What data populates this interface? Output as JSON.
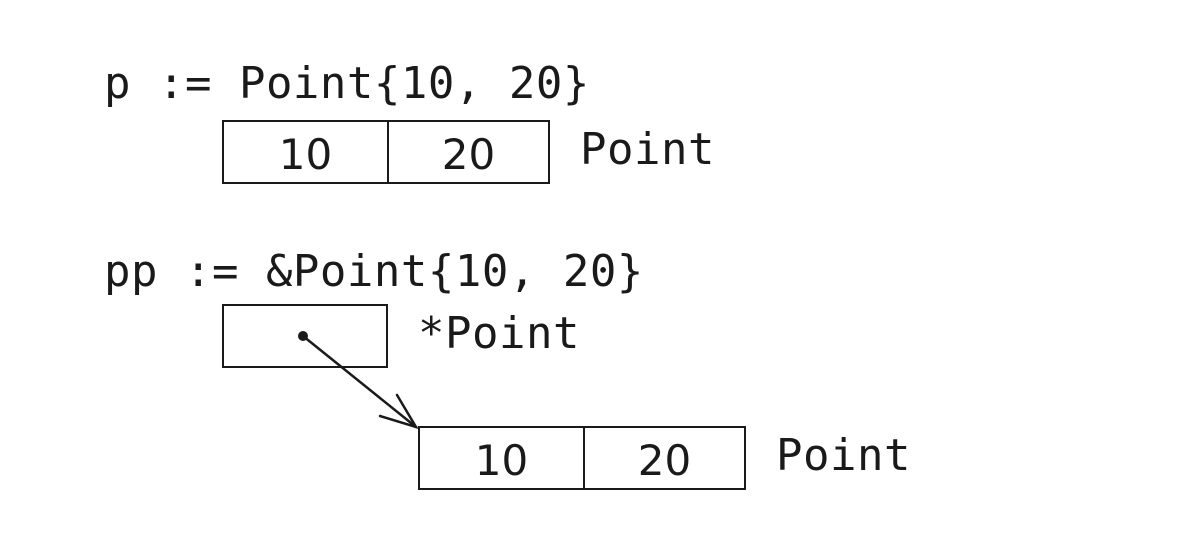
{
  "diagram": {
    "value_example": {
      "code": "p := Point{10, 20}",
      "fields": [
        "10",
        "20"
      ],
      "type_label": "Point"
    },
    "pointer_example": {
      "code": "pp := &Point{10, 20}",
      "pointer_type_label": "*Point",
      "target_fields": [
        "10",
        "20"
      ],
      "target_type_label": "Point"
    }
  }
}
